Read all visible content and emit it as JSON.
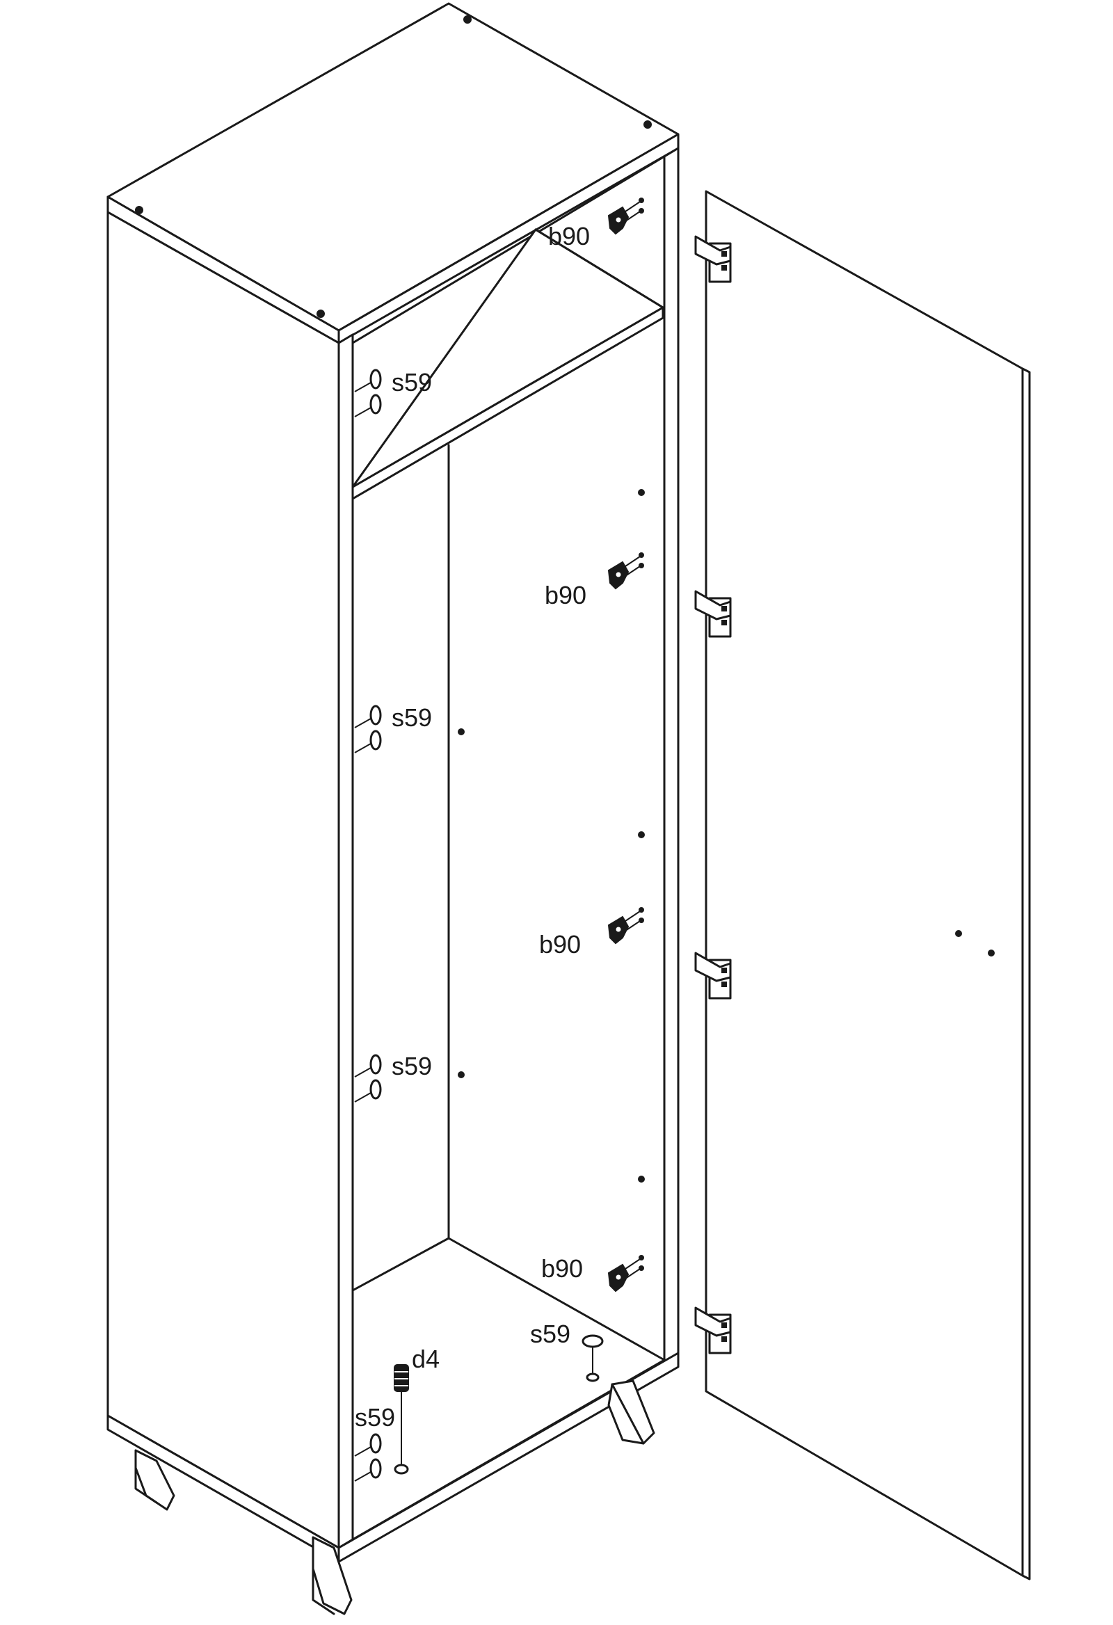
{
  "diagram": {
    "part_labels": {
      "hinge": "b90",
      "shelf_pin": "s59",
      "dowel": "d4"
    },
    "label_text": [
      "b90",
      "b90",
      "b90",
      "b90",
      "s59",
      "s59",
      "s59",
      "s59",
      "s59",
      "d4"
    ],
    "hinge_count": 4,
    "shelf_pin_groups": 5
  }
}
